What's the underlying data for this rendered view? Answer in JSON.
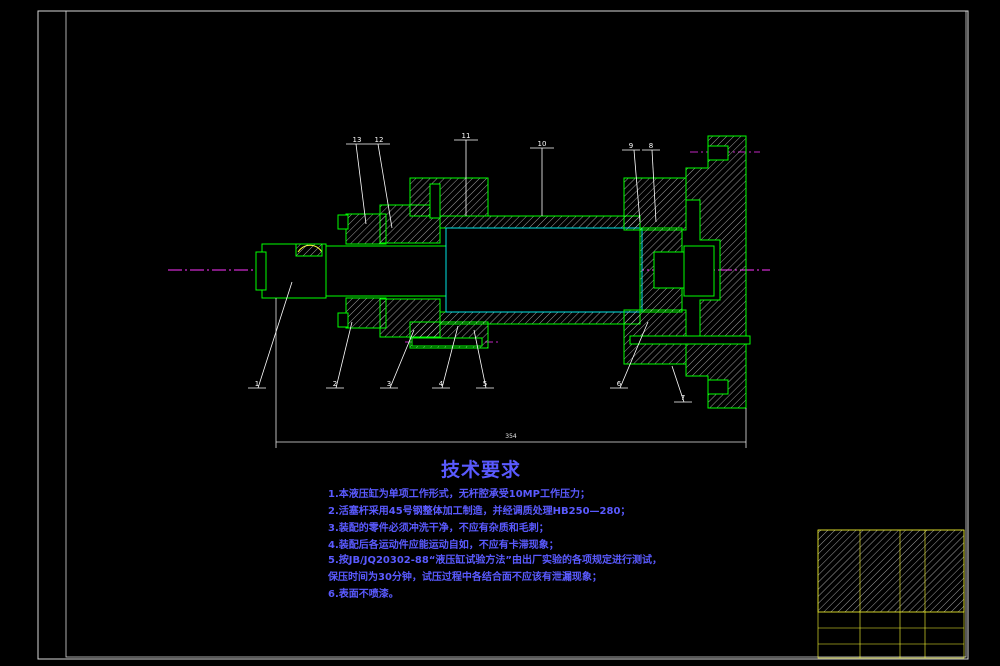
{
  "drawing": {
    "background_color": "#000000",
    "frame_color": "#d9d9d9",
    "part_color": "#00ff00",
    "centerline_color": "#ff33ff",
    "dimension_color": "#e6e6e6",
    "callout_color": "#ffffff",
    "hatch_color": "#c8c8c8",
    "bore_color": "#00e5e5",
    "text_color": "#5a5aff",
    "titleblock_color": "#ffff33"
  },
  "callouts": [
    {
      "label": "1"
    },
    {
      "label": "2"
    },
    {
      "label": "3"
    },
    {
      "label": "4"
    },
    {
      "label": "5"
    },
    {
      "label": "6"
    },
    {
      "label": "7"
    },
    {
      "label": "8"
    },
    {
      "label": "9"
    },
    {
      "label": "10"
    },
    {
      "label": "11"
    },
    {
      "label": "12"
    },
    {
      "label": "13"
    }
  ],
  "dimensions": {
    "overall_length": "354"
  },
  "technical_requirements": {
    "title": "技术要求",
    "items": [
      "1.本液压缸为单项工作形式，无杆腔承受10MP工作压力；",
      "2.活塞杆采用45号钢整体加工制造，并经调质处理HB250—280；",
      "3.装配的零件必须冲洗干净，不应有杂质和毛刺；",
      "4.装配后各运动件应能运动自如，不应有卡滞现象；",
      "5.按JB/JQ20302-88“液压缸试验方法”由出厂实验的各项规定进行测试，",
      "保压时间为30分钟，试压过程中各结合面不应该有泄漏现象；",
      "6.表面不喷漆。"
    ]
  }
}
